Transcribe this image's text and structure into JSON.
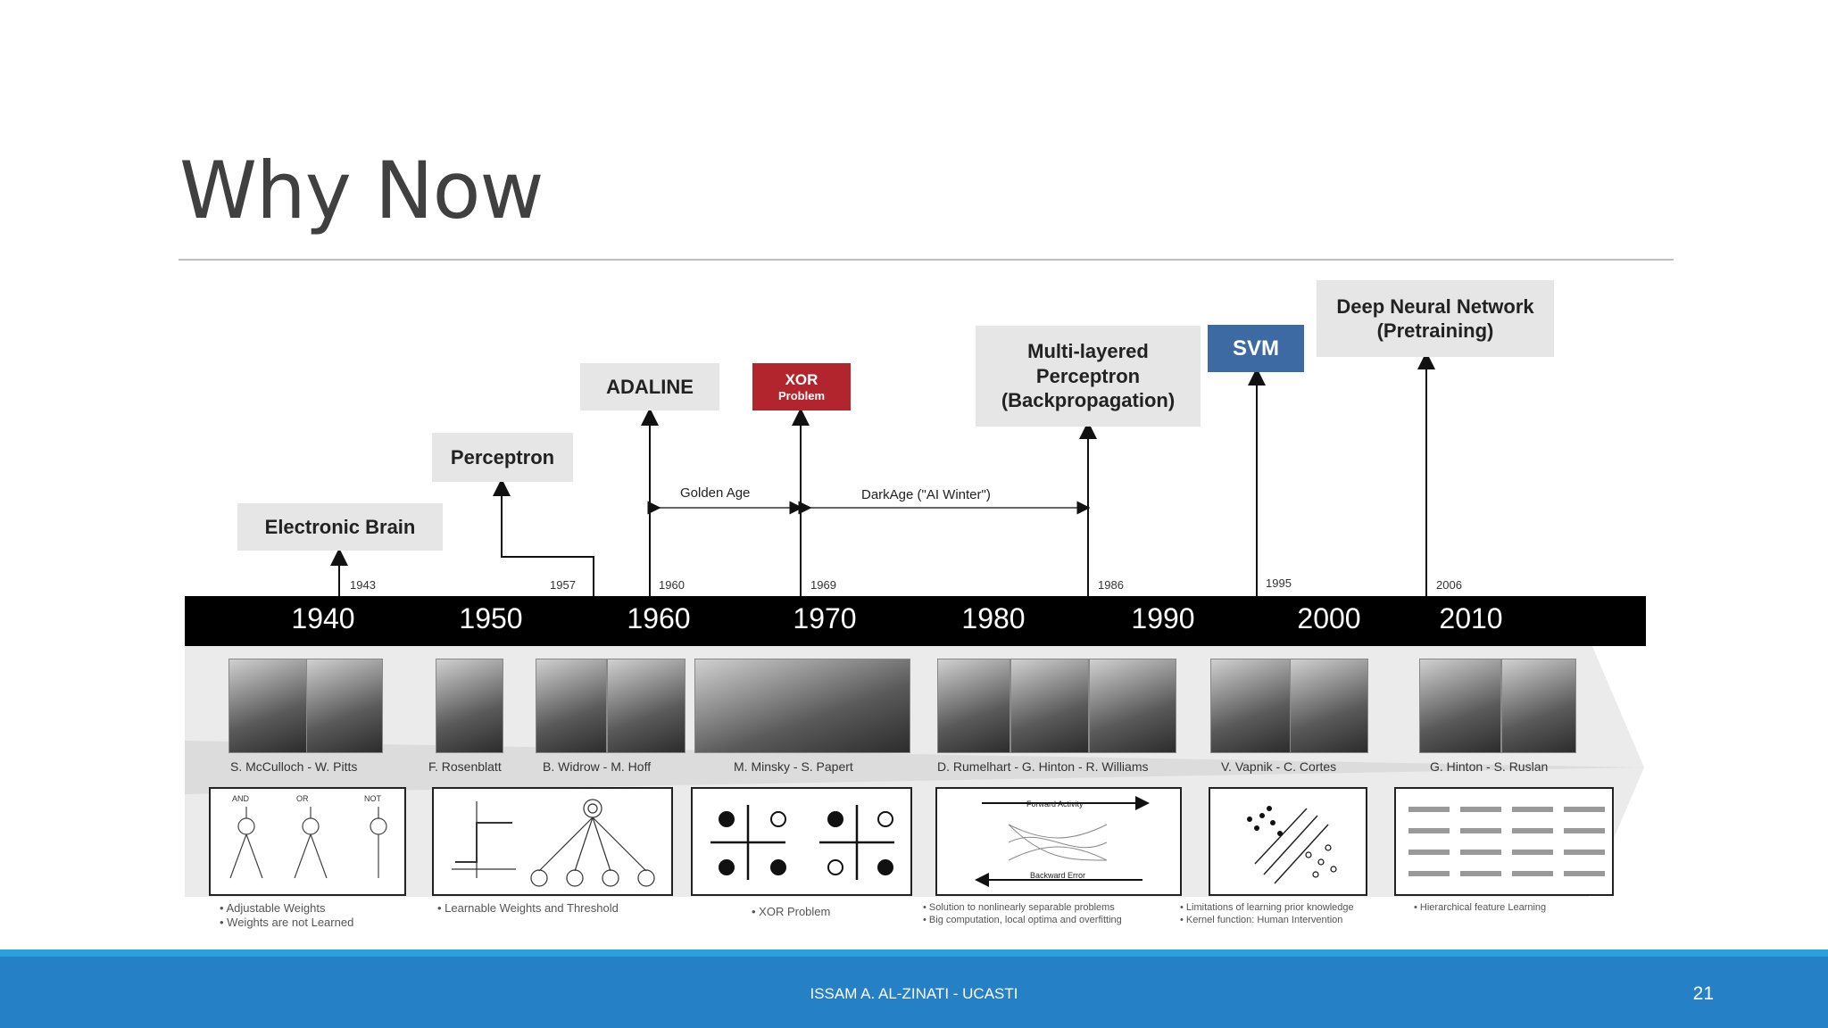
{
  "slide": {
    "title": "Why Now",
    "footer": "ISSAM A. AL-ZINATI - UCASTI",
    "page_number": "21"
  },
  "milestones": [
    {
      "label": "Electronic Brain",
      "year": "1943"
    },
    {
      "label": "Perceptron",
      "year": "1957"
    },
    {
      "label": "ADALINE",
      "year": "1960"
    },
    {
      "label_line1": "XOR",
      "label_line2": "Problem",
      "year": "1969"
    },
    {
      "label_line1": "Multi-layered",
      "label_line2": "Perceptron",
      "label_line3": "(Backpropagation)",
      "year": "1986"
    },
    {
      "label": "SVM",
      "year": "1995"
    },
    {
      "label_line1": "Deep Neural Network",
      "label_line2": "(Pretraining)",
      "year": "2006"
    }
  ],
  "eras": {
    "golden": "Golden Age",
    "dark": "DarkAge (\"AI Winter\")"
  },
  "decades": [
    "1940",
    "1950",
    "1960",
    "1970",
    "1980",
    "1990",
    "2000",
    "2010"
  ],
  "people": [
    "S. McCulloch - W. Pitts",
    "F. Rosenblatt",
    "B. Widrow - M. Hoff",
    "M. Minsky - S. Papert",
    "D. Rumelhart - G. Hinton - R. Williams",
    "V. Vapnik - C. Cortes",
    "G. Hinton - S. Ruslan"
  ],
  "figures": {
    "gates": [
      "AND",
      "OR",
      "NOT"
    ],
    "forward": "Forward Activity",
    "backward": "Backward Error"
  },
  "notes": {
    "n1a": "• Adjustable Weights",
    "n1b": "• Weights are not Learned",
    "n2": "• Learnable Weights and Threshold",
    "n3": "• XOR Problem",
    "n4a": "• Solution to nonlinearly separable problems",
    "n4b": "• Big computation, local optima and overfitting",
    "n5a": "• Limitations of learning prior knowledge",
    "n5b": "• Kernel function: Human Intervention",
    "n6": "• Hierarchical feature Learning"
  },
  "colors": {
    "title": "#404040",
    "timeline_band": "#000000",
    "xor_box": "#b3252c",
    "svm_box": "#3e6aa3",
    "footer": "#2580c6",
    "footer_accent": "#29a1dc"
  }
}
